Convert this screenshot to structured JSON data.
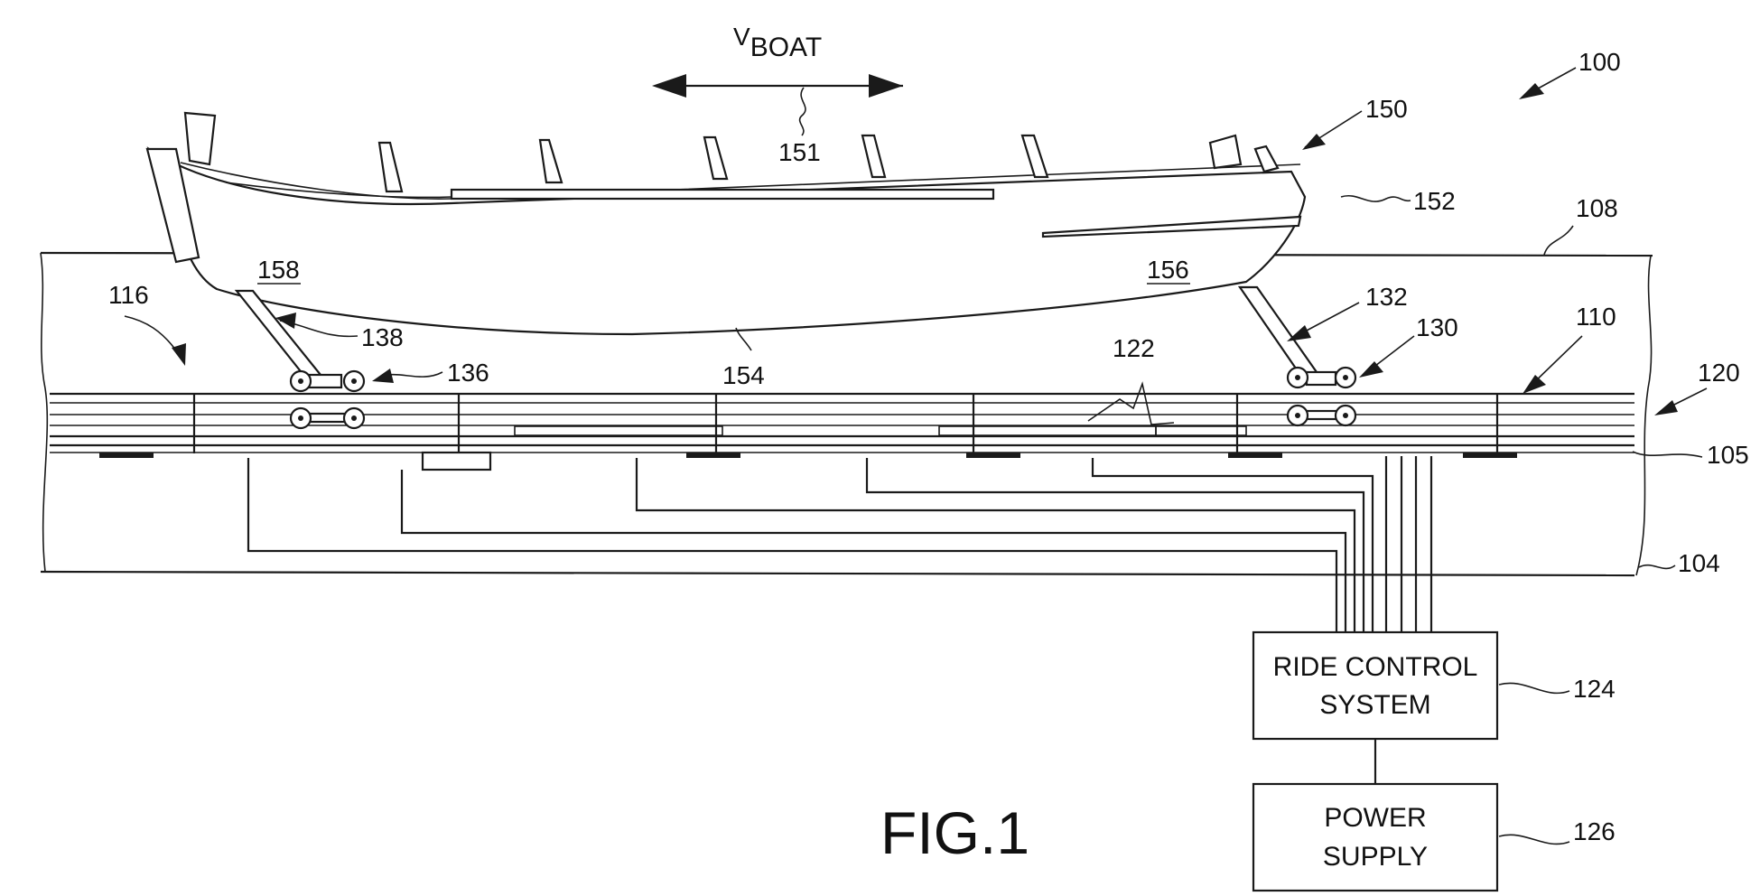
{
  "figure": {
    "title": "FIG.1",
    "velocity": {
      "main": "V",
      "sub": "BOAT"
    },
    "boxes": {
      "ride_control_line1": "RIDE CONTROL",
      "ride_control_line2": "SYSTEM",
      "power_supply_line1": "POWER",
      "power_supply_line2": "SUPPLY"
    },
    "refs": {
      "r100": "100",
      "r150": "150",
      "r151": "151",
      "r152": "152",
      "r108": "108",
      "r158": "158",
      "r156": "156",
      "r116": "116",
      "r138": "138",
      "r154": "154",
      "r136": "136",
      "r132": "132",
      "r130": "130",
      "r110": "110",
      "r122": "122",
      "r120": "120",
      "r105": "105",
      "r104": "104",
      "r124": "124",
      "r126": "126"
    }
  }
}
